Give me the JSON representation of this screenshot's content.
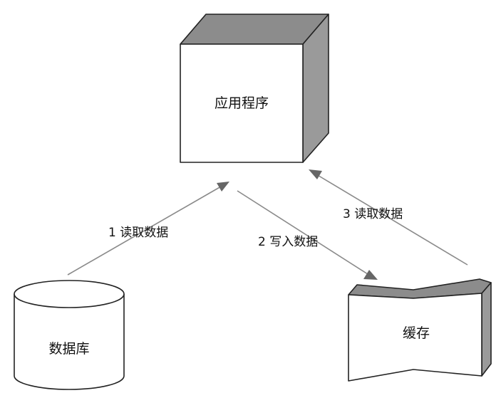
{
  "nodes": {
    "app": {
      "label": "应用程序"
    },
    "database": {
      "label": "数据库"
    },
    "cache": {
      "label": "缓存"
    }
  },
  "edges": [
    {
      "label": "1 读取数据"
    },
    {
      "label": "2 写入数据"
    },
    {
      "label": "3 读取数据"
    }
  ],
  "colors": {
    "outline": "#222222",
    "shade": "#8c8c8c",
    "arrow": "#8a8a8a",
    "arrowhead": "#666666"
  }
}
